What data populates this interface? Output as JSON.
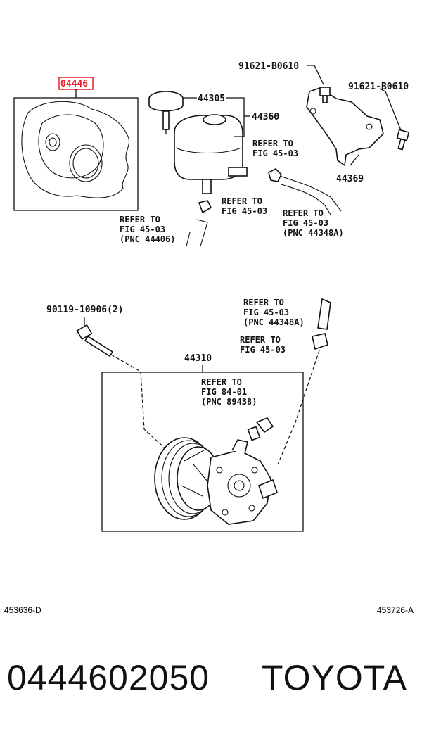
{
  "highlight": {
    "part_code": "04446",
    "color": "#e8202a"
  },
  "labels": {
    "p44305": "44305",
    "p44360": "44360",
    "p91621_a": "91621-B0610",
    "p91621_b": "91621-B0610",
    "p44369": "44369",
    "p90119": "90119-10906(2)",
    "p44310": "44310"
  },
  "refs": {
    "ref_top_mid": [
      "REFER TO",
      "FIG 45-03"
    ],
    "ref_cap_right": [
      "REFER TO",
      "FIG 45-03"
    ],
    "ref_hose_right": [
      "REFER TO",
      "FIG 45-03",
      "(PNC 44348A)"
    ],
    "ref_hose_left": [
      "REFER TO",
      "FIG 45-03",
      "(PNC 44406)"
    ],
    "ref_lower_hose": [
      "REFER TO",
      "FIG 45-03",
      "(PNC 44348A)"
    ],
    "ref_lower_fitting": [
      "REFER TO",
      "FIG 45-03"
    ],
    "ref_sensor": [
      "REFER TO",
      "FIG 84-01",
      "(PNC 89438)"
    ]
  },
  "footer": {
    "code_left": "453636-D",
    "code_right": "453726-A",
    "part_number": "0444602050",
    "brand": "TOYOTA"
  }
}
